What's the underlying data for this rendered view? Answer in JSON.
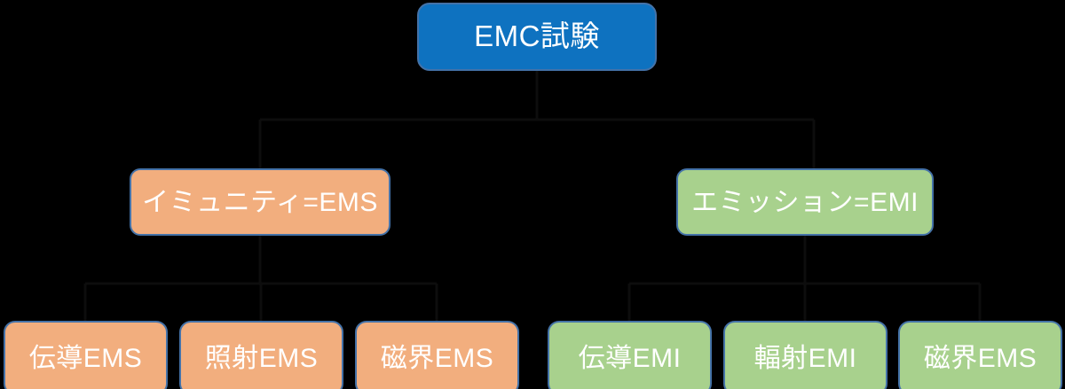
{
  "diagram": {
    "type": "tree-hierarchy",
    "background_color": "#000000",
    "border_color": "#4472a8",
    "root": {
      "label": "EMC試験",
      "color": "#0e72c0",
      "text_color": "#ffffff"
    },
    "branches": [
      {
        "label": "イミュニティ=EMS",
        "color": "#f2ae7e",
        "text_color": "#ffffff",
        "children": [
          {
            "label": "伝導EMS",
            "color": "#f2ae7e"
          },
          {
            "label": "照射EMS",
            "color": "#f2ae7e"
          },
          {
            "label": "磁界EMS",
            "color": "#f2ae7e"
          }
        ]
      },
      {
        "label": "エミッション=EMI",
        "color": "#a8d18d",
        "text_color": "#ffffff",
        "children": [
          {
            "label": "伝導EMI",
            "color": "#a8d18d"
          },
          {
            "label": "輻射EMI",
            "color": "#a8d18d"
          },
          {
            "label": "磁界EMS",
            "color": "#a8d18d"
          }
        ]
      }
    ]
  }
}
